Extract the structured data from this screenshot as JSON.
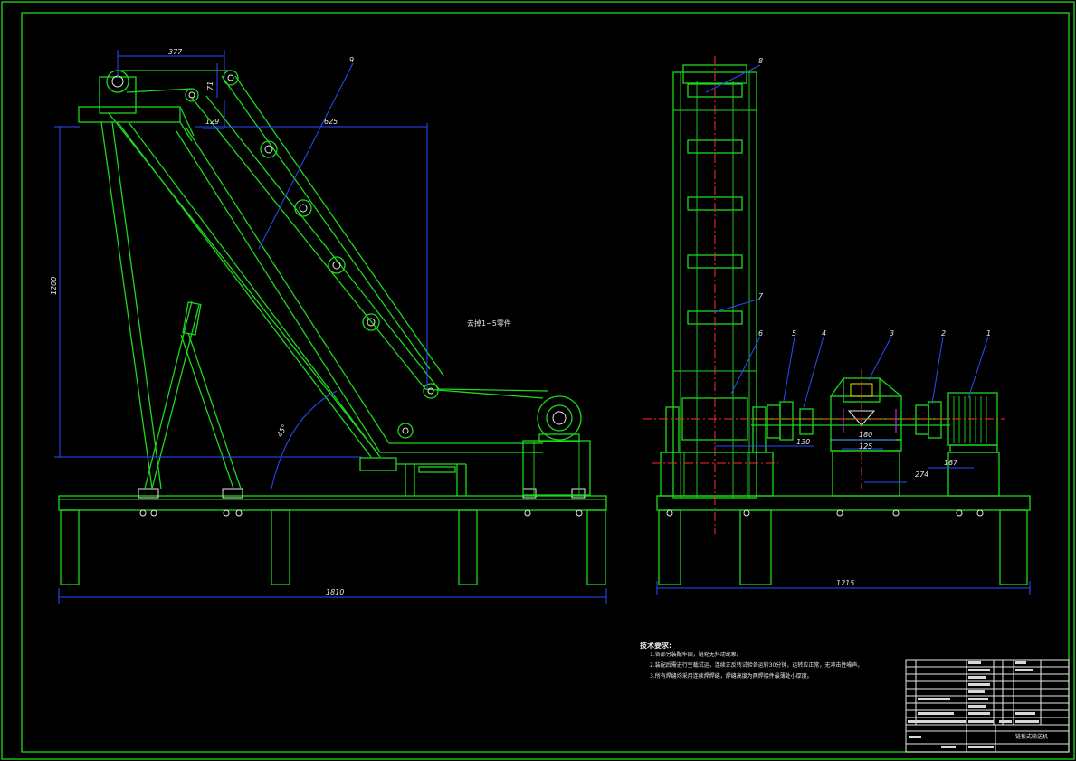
{
  "dimensions": {
    "d377": "377",
    "d71": "71",
    "d129": "129",
    "d625": "625",
    "d1200": "1200",
    "d45": "45°",
    "d1810": "1810",
    "d1215": "1215",
    "d130": "130",
    "d180": "180",
    "d125": "125",
    "d274": "274",
    "d187": "187"
  },
  "balloons": [
    "1",
    "2",
    "3",
    "4",
    "5",
    "6",
    "7",
    "8",
    "9"
  ],
  "note_label": "去掉1~5零件",
  "tech_notes": {
    "title": "技术要求:",
    "items": [
      "1.各部分装配牢固，链轮无抖动现象。",
      "2.装配后需进行空载试运，连续正反转试验各运转30分钟，运转应正常，无冲击性噪声。",
      "3.所有焊缝均采用连续焊焊缝，焊缝高度为两焊接件最薄处小厚度。"
    ]
  },
  "title_block": {
    "drawing_name": "链板式输送机"
  }
}
